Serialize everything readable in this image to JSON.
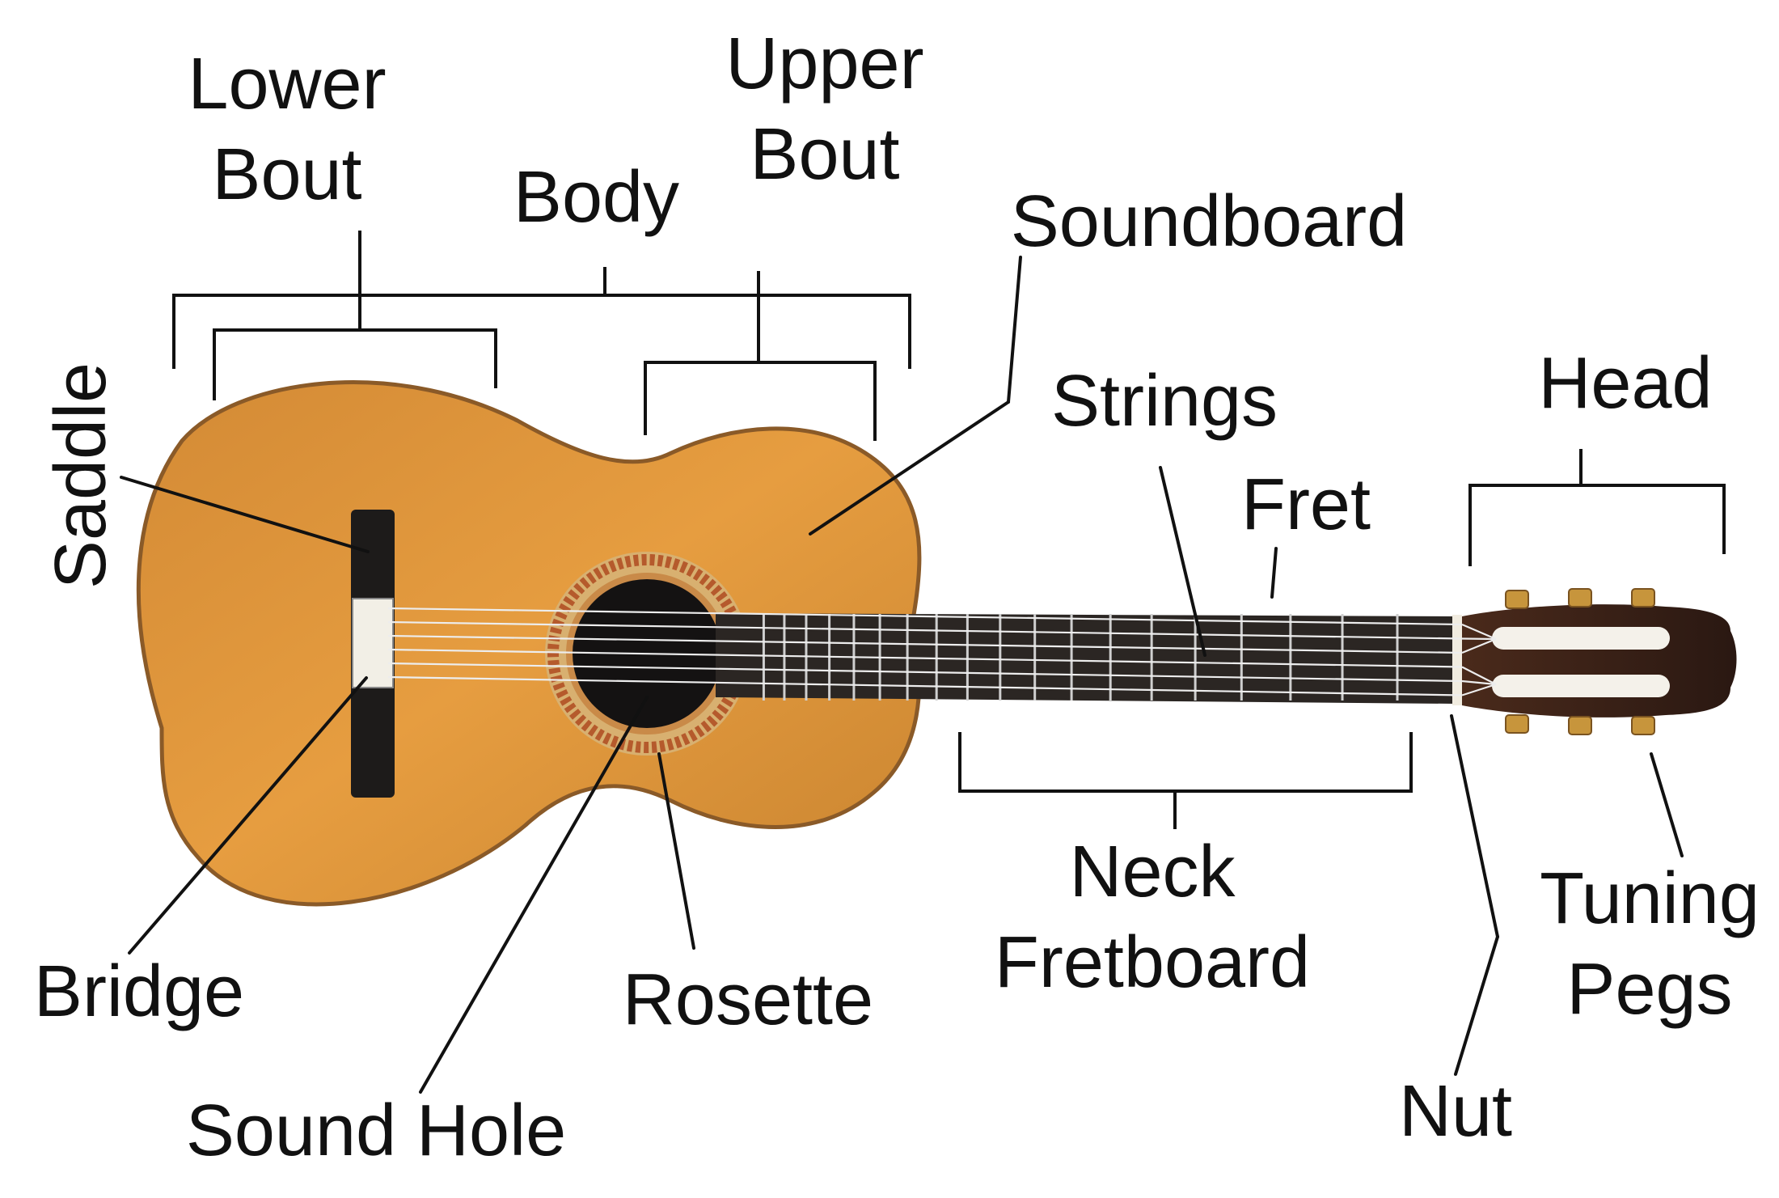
{
  "labels": {
    "lower_bout": [
      "Lower",
      "Bout"
    ],
    "body": "Body",
    "upper_bout": [
      "Upper",
      "Bout"
    ],
    "soundboard": "Soundboard",
    "saddle": "Saddle",
    "strings": "Strings",
    "fret": "Fret",
    "head": "Head",
    "bridge": "Bridge",
    "sound_hole": "Sound Hole",
    "rosette": "Rosette",
    "neck_fretboard": [
      "Neck",
      "Fretboard"
    ],
    "nut": "Nut",
    "tuning_pegs": [
      "Tuning",
      "Pegs"
    ]
  },
  "colors": {
    "body_wood": "#e49a3c",
    "body_edge": "#8a5a28",
    "fretboard": "#2b2623",
    "bridge": "#1d1b1a",
    "rosette_inner": "#b55a2c",
    "rosette_outer": "#d8b070",
    "sound_hole": "#141212",
    "head_wood": "#3a2218",
    "tuner_gold": "#c7953c",
    "line": "#111111"
  }
}
